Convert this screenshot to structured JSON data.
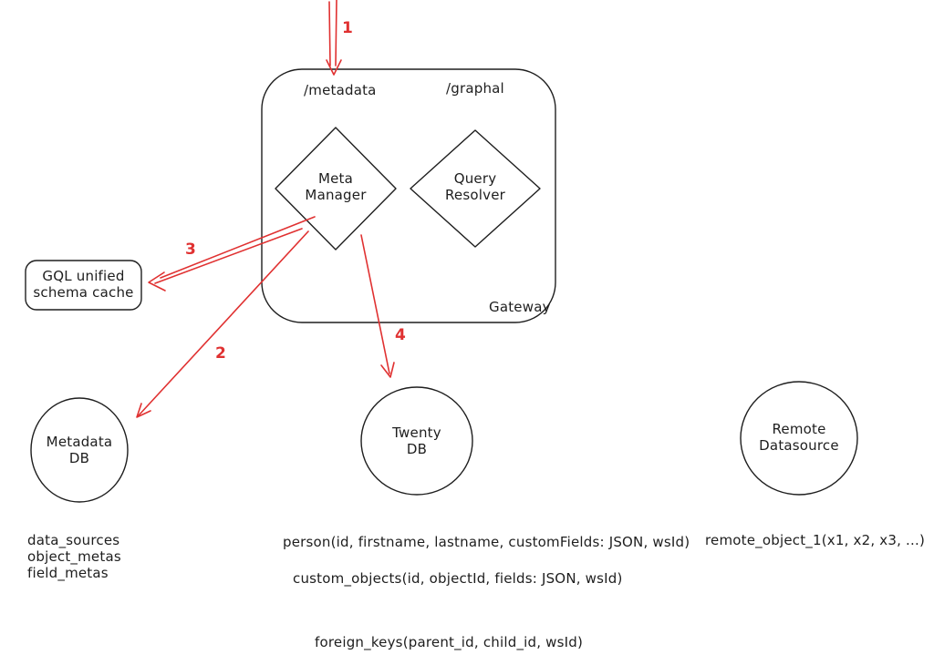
{
  "colors": {
    "ink": "#1e1e1e",
    "arrow": "#e03131"
  },
  "gateway": {
    "label": "Gateway",
    "endpoint_left": "/metadata",
    "endpoint_right": "/graphal",
    "meta_manager": "Meta\nManager",
    "query_resolver": "Query\nResolver"
  },
  "cache": {
    "label": "GQL unified\nschema cache"
  },
  "nodes": {
    "metadata_db": "Metadata\nDB",
    "twenty_db": "Twenty\nDB",
    "remote_datasource": "Remote\nDatasource"
  },
  "arrows": {
    "step1": "1",
    "step2": "2",
    "step3": "3",
    "step4": "4"
  },
  "schemas": {
    "metadata_db_tables": "data_sources\nobject_metas\nfield_metas",
    "person_table": "person(id, firstname, lastname, customFields: JSON, wsId)",
    "custom_objects_table": "custom_objects(id, objectId, fields: JSON, wsId)",
    "remote_object_table": "remote_object_1(x1, x2, x3, ...)",
    "foreign_keys_table": "foreign_keys(parent_id, child_id, wsId)"
  }
}
